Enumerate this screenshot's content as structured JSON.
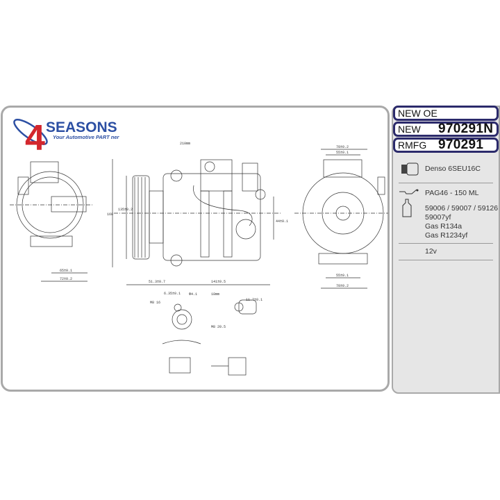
{
  "logo": {
    "brand": "SEASONS",
    "numeral": "4",
    "tagline": "Your Automotive PART ner"
  },
  "header": {
    "new_oe_label": "NEW OE",
    "new_label": "NEW",
    "new_number": "970291N",
    "rmfg_label": "RMFG",
    "rmfg_number": "970291"
  },
  "specs": {
    "compressor_icon": "compressor-icon",
    "compressor_model": "Denso 6SEU16C",
    "oil_icon": "oil-can-icon",
    "bottle_icon": "oil-bottle-icon",
    "oil": "PAG46 - 150 ML",
    "oil_refs": [
      "59006 / 59007 / 59126",
      "59007yf",
      "Gas R134a",
      "Gas R1234yf"
    ],
    "voltage": "12v"
  },
  "drawing": {
    "dims": {
      "hose": "210mm",
      "height": "160",
      "pulley_h": "135±0.2",
      "pulley_off": "51.3±0.7",
      "length": "141±0.5",
      "mount": "44±0.1",
      "side_65": "65±0.1",
      "side_72": "72±0.2",
      "rear_78": "78±0.2",
      "rear_55": "55±0.1",
      "port_m8_16": "M8 16",
      "port_m8_20": "M8 20.5",
      "port_635": "6.35±0.1",
      "port_117": "11.7±0.1",
      "port_18": "18mm",
      "port_d41": "Φ4.1"
    }
  }
}
